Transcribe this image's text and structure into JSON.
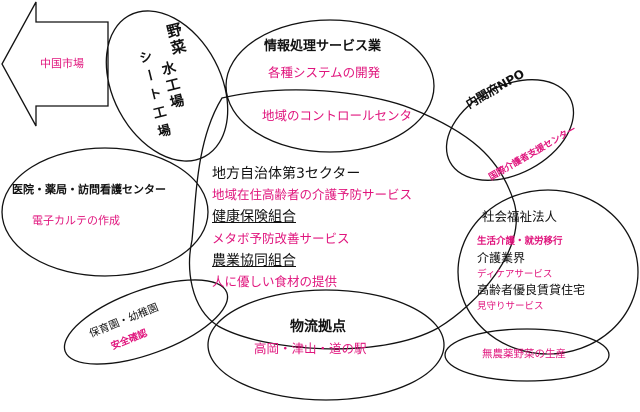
{
  "colors": {
    "line": "#111111",
    "accent": "#e0157d",
    "background": "#ffffff"
  },
  "arrow_label": "中国市場",
  "factory": {
    "col1": "野菜",
    "col2": "水工場",
    "col3": "シート工場"
  },
  "info": {
    "title": "情報処理サービス業",
    "item1": "各種システムの開発",
    "item2": "地域のコントロールセンタ"
  },
  "cabinet": {
    "title": "内閣府NPO",
    "sub": "国際介護者支援センター"
  },
  "medical": {
    "title": "医院・薬局・訪問看護センター",
    "item": "電子カルテの作成"
  },
  "center": {
    "line1": "地方自治体第3セクター",
    "line2": "地域在住高齢者の介護予防サービス",
    "line3": "健康保険組合",
    "line4": "メタボ予防改善サービス",
    "line5": "農業協同組合",
    "line6": "人に優しい食材の提供"
  },
  "welfare": {
    "title": "社会福祉法人",
    "item1": "生活介護・就労移行",
    "item2": "介護業界",
    "item3": "ディケアサービス",
    "item4": "高齢者優良賃貸住宅",
    "item5": "見守りサービス"
  },
  "nursery": {
    "title": "保育園・幼稚園",
    "sub": "安全確認"
  },
  "logistics": {
    "title": "物流拠点",
    "sub": "高岡・津山・道の駅"
  },
  "organic": {
    "label": "無農薬野菜の生産"
  }
}
